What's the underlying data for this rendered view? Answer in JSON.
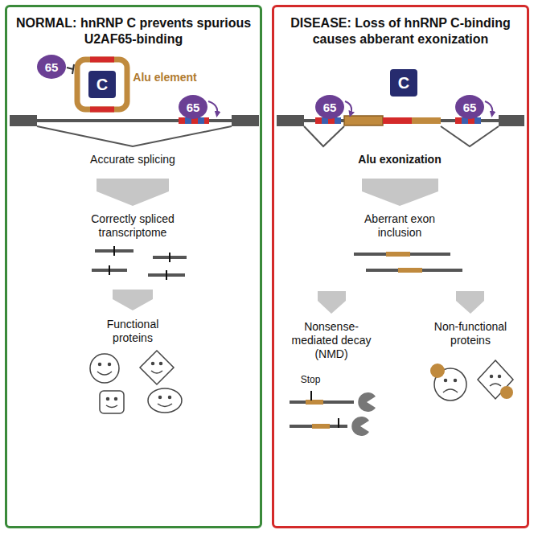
{
  "diagram": {
    "nodes": [
      {
        "text": [
          "NORMAL: hnRNP C prevents spurious U2AF65-binding"
        ]
      },
      {
        "text": [
          "65"
        ],
        "in": 0
      },
      {
        "text": [
          "C"
        ],
        "in": 0
      },
      {
        "text": [
          "65"
        ],
        "in": 0
      },
      {
        "text": [
          "DISEASE: Loss of hnRNP C-binding causes abberant exonization"
        ]
      },
      {
        "text": [
          "65"
        ],
        "in": 4
      },
      {
        "text": [
          "C"
        ],
        "in": 4
      },
      {
        "text": [
          "65"
        ],
        "in": 4
      }
    ],
    "labels": [
      "Alu element",
      "Accurate splicing",
      "Correctly spliced transcriptome",
      "Functional proteins",
      "Alu exonization",
      "Aberrant exon inclusion",
      "Nonsense-mediated decay (NMD)",
      "Non-functional proteins",
      "Stop"
    ]
  }
}
